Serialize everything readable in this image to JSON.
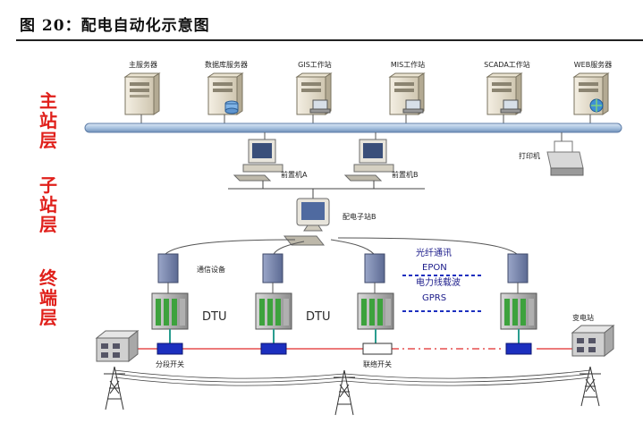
{
  "figure": {
    "number_label": "图 20",
    "title": "配电自动化示意图"
  },
  "layers": {
    "master": [
      "主",
      "站",
      "层"
    ],
    "substation": [
      "子",
      "站",
      "层"
    ],
    "terminal": [
      "终",
      "端",
      "层"
    ]
  },
  "servers": [
    {
      "label": "主服务器"
    },
    {
      "label": "数据库服务器"
    },
    {
      "label": "GIS工作站"
    },
    {
      "label": "MIS工作站"
    },
    {
      "label": "SCADA工作站"
    },
    {
      "label": "WEB服务器"
    }
  ],
  "printer_label": "打印机",
  "front_end": {
    "a": "前置机A",
    "b": "前置机B"
  },
  "substation_label": "配电子站B",
  "comm_device_label": "通信设备",
  "comm_methods": [
    "光纤通讯",
    "EPON",
    "电力线载波",
    "GPRS"
  ],
  "dtu_labels": [
    "DTU",
    "DTU"
  ],
  "section_switch_label": "分段开关",
  "tie_switch_label": "联络开关",
  "transformer_station_label": "变电站",
  "colors": {
    "layer_text": "#e0201b",
    "bus": "#a9c3e0",
    "switch_closed": "#1c2fbf",
    "switch_open": "#ffffff",
    "feeder_line": "#e02a2a",
    "comm_dash": "#1c2fbf"
  }
}
